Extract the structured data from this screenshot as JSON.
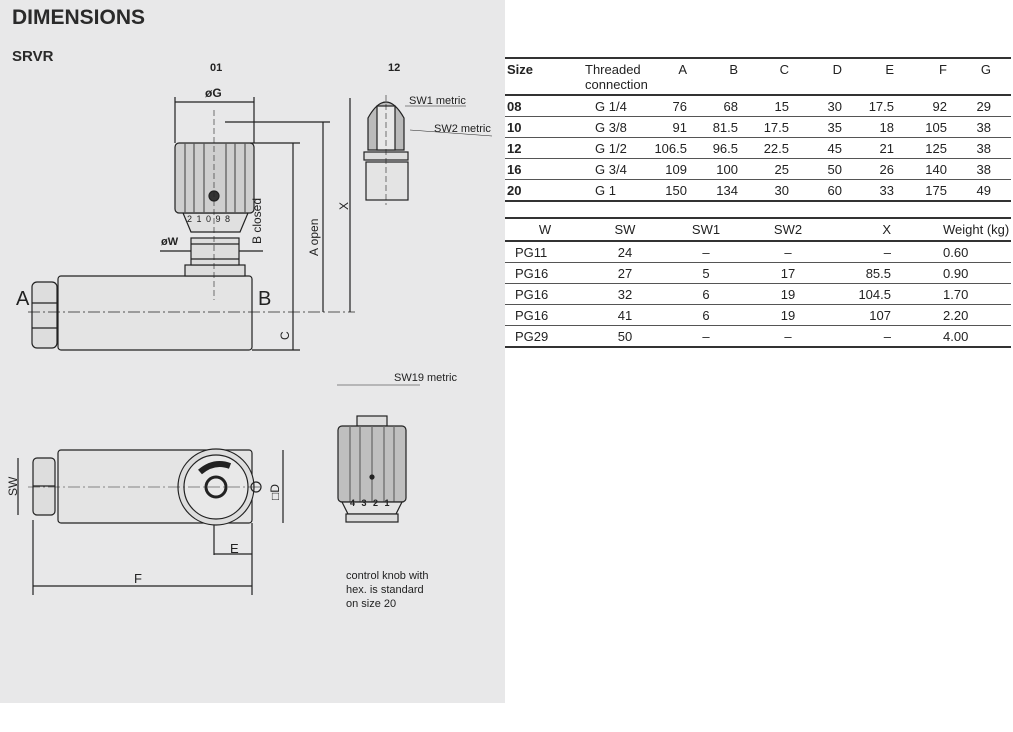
{
  "title": "DIMENSIONS",
  "subtitle": "SRVR",
  "drawing": {
    "view_01": "01",
    "view_12": "12",
    "dia_g": "øG",
    "dia_w": "øW",
    "sw1": "SW1 metric",
    "sw2": "SW2 metric",
    "sw19": "SW19 metric",
    "port_a": "A",
    "port_b": "B",
    "closed": "B  closed",
    "open": "A  open",
    "x": "X",
    "c": "C",
    "sw": "SW",
    "d": "□D",
    "e": "E",
    "f": "F",
    "dial_top": "2 1 0 9 8",
    "dial_side": "4 3 2 1",
    "note": [
      "control knob with",
      "hex. is standard",
      "on size 20"
    ]
  },
  "table1": {
    "headers": [
      "Size",
      "Threaded connection",
      "A",
      "B",
      "C",
      "D",
      "E",
      "F",
      "G"
    ],
    "rows": [
      [
        "08",
        "G 1/4",
        "76",
        "68",
        "15",
        "30",
        "17.5",
        "92",
        "29"
      ],
      [
        "10",
        "G 3/8",
        "91",
        "81.5",
        "17.5",
        "35",
        "18",
        "105",
        "38"
      ],
      [
        "12",
        "G 1/2",
        "106.5",
        "96.5",
        "22.5",
        "45",
        "21",
        "125",
        "38"
      ],
      [
        "16",
        "G 3/4",
        "109",
        "100",
        "25",
        "50",
        "26",
        "140",
        "38"
      ],
      [
        "20",
        "G 1",
        "150",
        "134",
        "30",
        "60",
        "33",
        "175",
        "49"
      ]
    ]
  },
  "table2": {
    "headers": [
      "W",
      "SW",
      "SW1",
      "SW2",
      "X",
      "Weight (kg)"
    ],
    "rows": [
      [
        "PG11",
        "24",
        "–",
        "–",
        "–",
        "0.60"
      ],
      [
        "PG16",
        "27",
        "5",
        "17",
        "85.5",
        "0.90"
      ],
      [
        "PG16",
        "32",
        "6",
        "19",
        "104.5",
        "1.70"
      ],
      [
        "PG16",
        "41",
        "6",
        "19",
        "107",
        "2.20"
      ],
      [
        "PG29",
        "50",
        "–",
        "–",
        "–",
        "4.00"
      ]
    ]
  }
}
